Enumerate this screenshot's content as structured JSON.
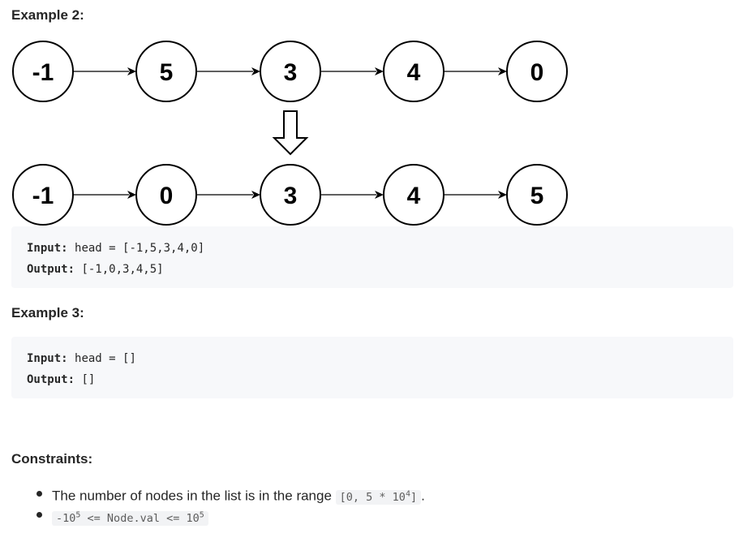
{
  "example2": {
    "heading": "Example 2:",
    "diagram": {
      "before": [
        "-1",
        "5",
        "3",
        "4",
        "0"
      ],
      "after": [
        "-1",
        "0",
        "3",
        "4",
        "5"
      ]
    },
    "input_label": "Input:",
    "input_value": "head = [-1,5,3,4,0]",
    "output_label": "Output:",
    "output_value": "[-1,0,3,4,5]"
  },
  "example3": {
    "heading": "Example 3:",
    "input_label": "Input:",
    "input_value": "head = []",
    "output_label": "Output:",
    "output_value": "[]"
  },
  "constraints": {
    "heading": "Constraints:",
    "item1_text": "The number of nodes in the list is in the range ",
    "item1_code_prefix": "[0, 5 * 10",
    "item1_code_exp": "4",
    "item1_code_suffix": "]",
    "item1_end": ".",
    "item2_code_part1": "-10",
    "item2_code_exp1": "5",
    "item2_code_part2": " <= Node.val <= 10",
    "item2_code_exp2": "5"
  }
}
